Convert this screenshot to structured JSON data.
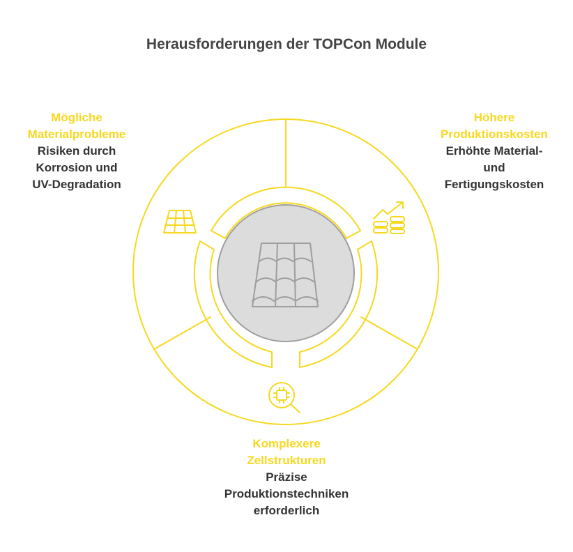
{
  "title": "Herausforderungen der TOPCon Module",
  "colors": {
    "accent": "#F7D81E",
    "center_fill": "#DCDCDC",
    "center_stroke": "#9E9E9E",
    "text": "#333333",
    "title": "#444444"
  },
  "segments": [
    {
      "id": "material",
      "heading_lines": [
        "Mögliche",
        "Materialprobleme"
      ],
      "description_lines": [
        "Risiken durch",
        "Korrosion und",
        "UV-Degradation"
      ],
      "icon": "solar-panel-icon"
    },
    {
      "id": "kosten",
      "heading_lines": [
        "Höhere",
        "Produktionskosten"
      ],
      "description_lines": [
        "Erhöhte Material-",
        "und",
        "Fertigungskosten"
      ],
      "icon": "rising-coins-chart-icon"
    },
    {
      "id": "zellen",
      "heading_lines": [
        "Komplexere",
        "Zellstrukturen"
      ],
      "description_lines": [
        "Präzise",
        "Produktionstechniken",
        "erforderlich"
      ],
      "icon": "chip-magnifier-icon"
    }
  ],
  "center_icon": "tiled-roof-icon"
}
